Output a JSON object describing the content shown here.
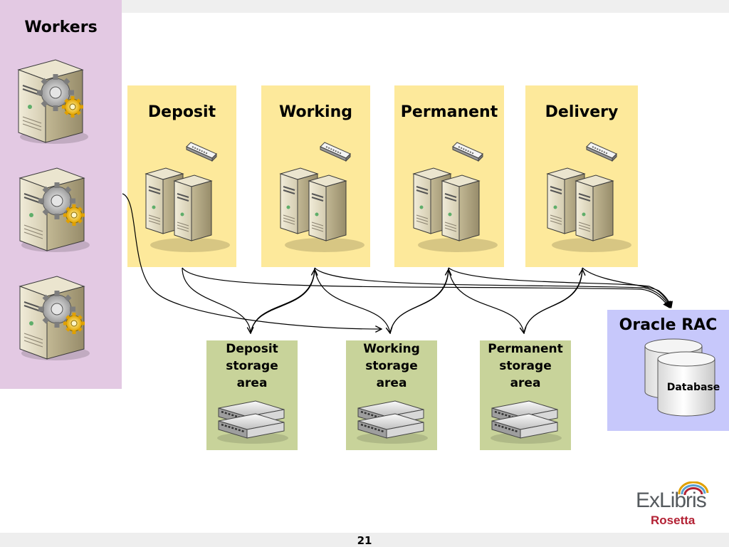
{
  "workers": {
    "title": "Workers",
    "server_icon": "gear-server-icon",
    "count": 3
  },
  "stages": [
    {
      "name": "Deposit"
    },
    {
      "name": "Working"
    },
    {
      "name": "Permanent"
    },
    {
      "name": "Delivery"
    }
  ],
  "storage_areas": [
    {
      "label_line1": "Deposit",
      "label_line2": "storage",
      "label_line3": "area"
    },
    {
      "label_line1": "Working",
      "label_line2": "storage",
      "label_line3": "area"
    },
    {
      "label_line1": "Permanent",
      "label_line2": "storage",
      "label_line3": "area"
    }
  ],
  "database": {
    "title": "Oracle RAC",
    "label": "Database"
  },
  "logo": {
    "name": "ExLibris",
    "product": "Rosetta"
  },
  "page_number": "21",
  "colors": {
    "workers_bg": "#e3c9e3",
    "stage_bg": "#fde99b",
    "storage_bg": "#c8d39a",
    "database_bg": "#c7c8fb",
    "logo_accent": "#b32134"
  }
}
